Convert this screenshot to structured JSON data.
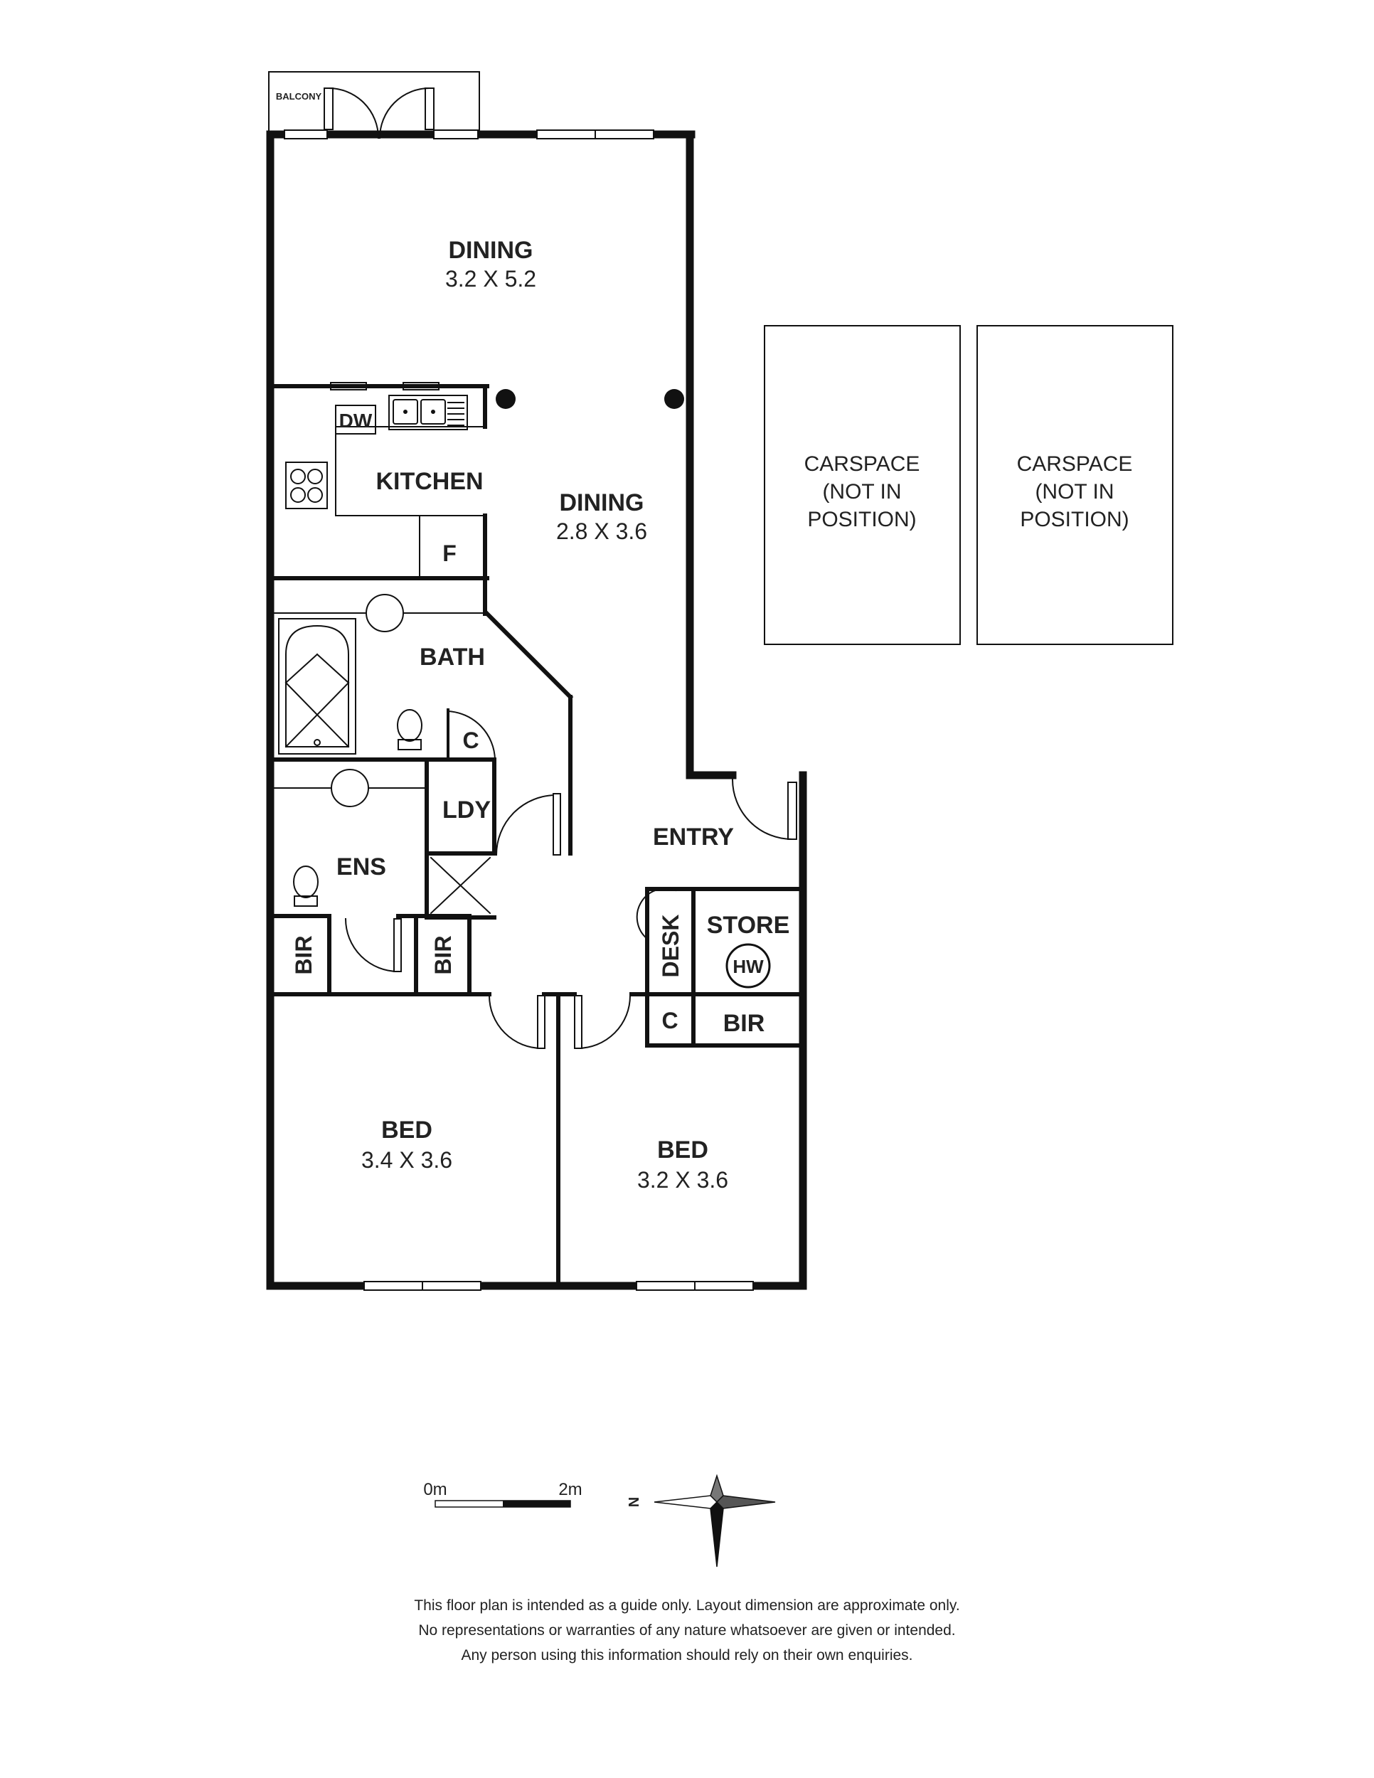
{
  "rooms": {
    "balcony": "BALCONY",
    "dining_top": {
      "name": "DINING",
      "dims": "3.2 X 5.2"
    },
    "kitchen": "KITCHEN",
    "dishwasher": "DW",
    "fridge": "F",
    "dining_mid": {
      "name": "DINING",
      "dims": "2.8 X 3.6"
    },
    "bath": "BATH",
    "cupboard_bath": "C",
    "laundry": "LDY",
    "ensuite": "ENS",
    "entry": "ENTRY",
    "desk": "DESK",
    "store": "STORE",
    "hot_water": "HW",
    "cupboard_entry": "C",
    "bir_entry": "BIR",
    "bir_ensuite": "BIR",
    "bir_bed1": "BIR",
    "bed1": {
      "name": "BED",
      "dims": "3.4 X 3.6"
    },
    "bed2": {
      "name": "BED",
      "dims": "3.2 X 3.6"
    }
  },
  "carspaces": [
    {
      "line1": "CARSPACE",
      "line2": "(NOT IN",
      "line3": "POSITION)"
    },
    {
      "line1": "CARSPACE",
      "line2": "(NOT IN",
      "line3": "POSITION)"
    }
  ],
  "scale": {
    "start": "0m",
    "end": "2m"
  },
  "compass": {
    "north": "N"
  },
  "disclaimer": [
    "This floor plan is intended as a guide only. Layout dimension are approximate only.",
    "No representations or warranties of any nature whatsoever are given or intended.",
    "Any person using this information should rely on their own enquiries."
  ]
}
